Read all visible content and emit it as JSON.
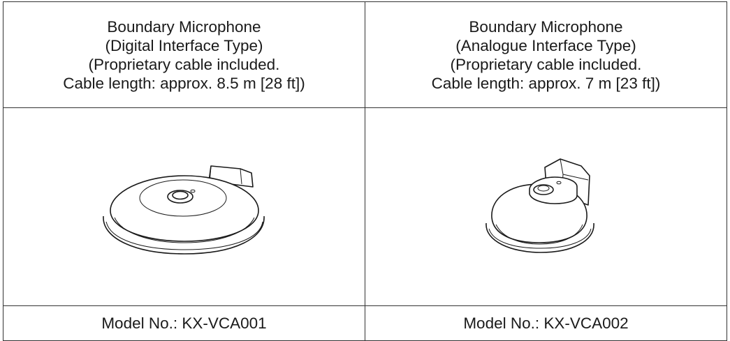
{
  "products": [
    {
      "lines": [
        "Boundary Microphone",
        "(Digital Interface Type)",
        "(Proprietary cable included.",
        "Cable length: approx. 8.5 m [28 ft])"
      ],
      "model": "Model No.: KX-VCA001",
      "illustration": "boundary-microphone-digital"
    },
    {
      "lines": [
        "Boundary Microphone",
        "(Analogue Interface Type)",
        "(Proprietary cable included.",
        "Cable length: approx. 7 m [23 ft])"
      ],
      "model": "Model No.: KX-VCA002",
      "illustration": "boundary-microphone-analogue"
    }
  ]
}
